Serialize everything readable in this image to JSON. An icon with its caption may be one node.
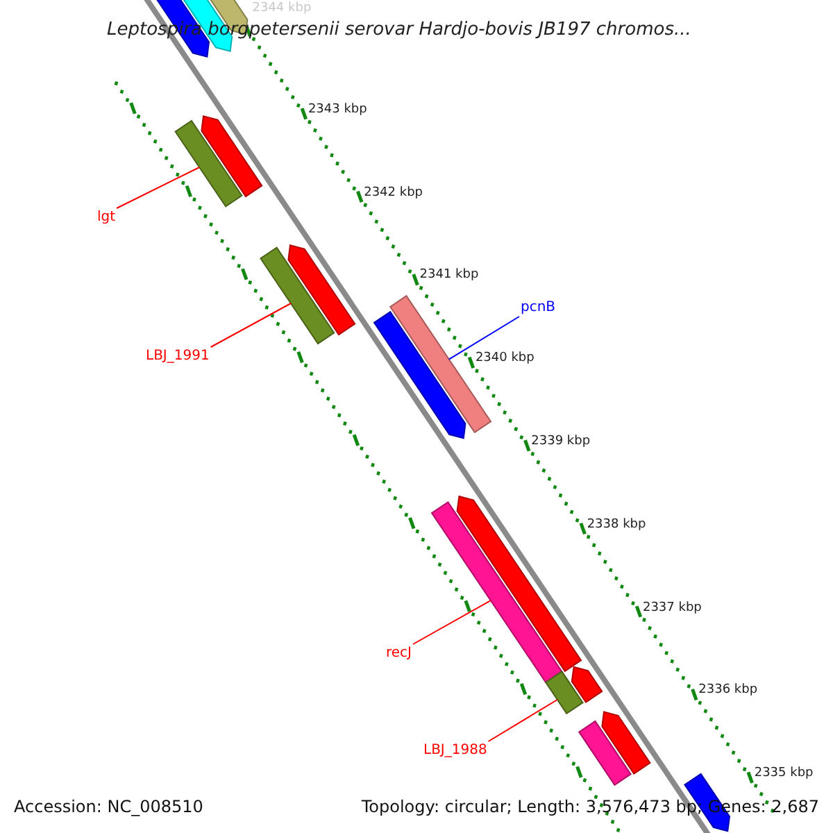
{
  "diagram": {
    "title": "Leptospira borgpetersenii serovar Hardjo-bovis JB197 chromos...",
    "nodes": [
      {
        "text": [
          "lgt"
        ]
      },
      {
        "text": [],
        "shape": "bar"
      },
      {
        "text": [
          "LBJ_1991"
        ]
      },
      {
        "text": [],
        "shape": "bar"
      },
      {
        "text": [
          "pcnB"
        ]
      },
      {
        "text": [],
        "shape": "bar"
      },
      {
        "text": [
          "recJ"
        ]
      },
      {
        "text": [],
        "shape": "bar"
      },
      {
        "text": [
          "LBJ_1988"
        ]
      },
      {
        "text": [],
        "shape": "bar"
      },
      {
        "text": [],
        "shape": "bar"
      },
      {
        "text": [],
        "shape": "bar"
      },
      {
        "text": [],
        "shape": "bar"
      },
      {
        "text": [],
        "shape": "bar"
      },
      {
        "text": [],
        "shape": "bar"
      },
      {
        "text": [],
        "shape": "bar"
      },
      {
        "text": [],
        "shape": "bar"
      },
      {
        "text": [],
        "shape": "bar"
      },
      {
        "text": [],
        "shape": "bar"
      },
      {
        "text": [],
        "shape": "bar"
      },
      {
        "text": [],
        "shape": "bar"
      }
    ],
    "edges": [
      {
        "from": 0,
        "to": 1,
        "arrow": "none"
      },
      {
        "from": 2,
        "to": 3,
        "arrow": "none"
      },
      {
        "from": 4,
        "to": 5,
        "arrow": "none",
        "color": "#0000ff"
      },
      {
        "from": 6,
        "to": 7,
        "arrow": "none"
      },
      {
        "from": 8,
        "to": 9,
        "arrow": "none"
      }
    ],
    "labels": [
      "2344 kbp",
      "2343 kbp",
      "2342 kbp",
      "2341 kbp",
      "2340 kbp",
      "2339 kbp",
      "2338 kbp",
      "2337 kbp",
      "2336 kbp",
      "2335 kbp",
      "Accession: NC_008510",
      "Topology: circular; Length: 3,576,473 bp; Genes: 2,687"
    ]
  }
}
